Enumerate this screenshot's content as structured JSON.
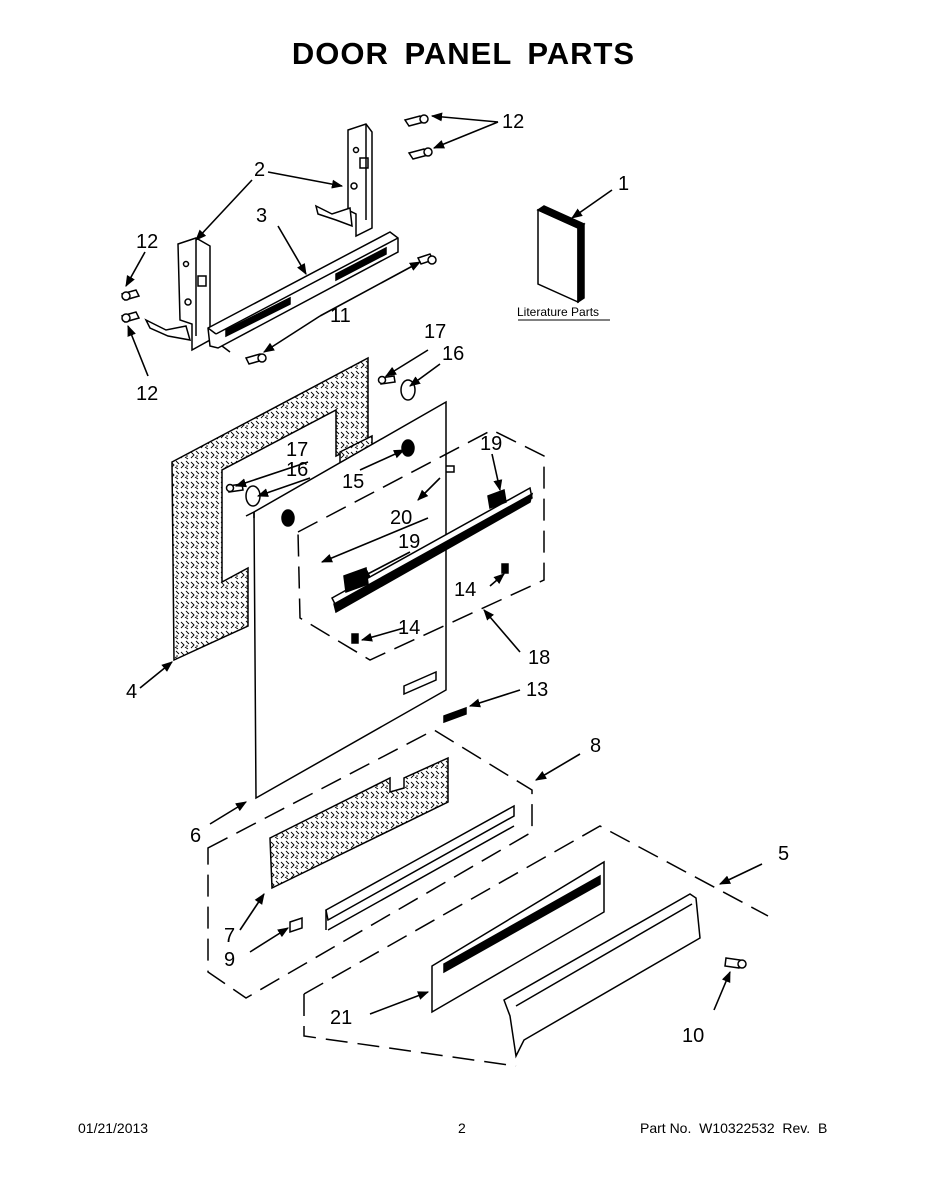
{
  "title": "DOOR PANEL PARTS",
  "literature_label": "Literature Parts",
  "callouts": {
    "c1": "1",
    "c2": "2",
    "c3": "3",
    "c4": "4",
    "c5": "5",
    "c6": "6",
    "c7": "7",
    "c8": "8",
    "c9": "9",
    "c10": "10",
    "c11": "11",
    "c12a": "12",
    "c12b": "12",
    "c12c": "12",
    "c13": "13",
    "c14a": "14",
    "c14b": "14",
    "c15": "15",
    "c16a": "16",
    "c16b": "16",
    "c17a": "17",
    "c17b": "17",
    "c18": "18",
    "c19a": "19",
    "c19b": "19",
    "c20": "20",
    "c21": "21"
  },
  "footer": {
    "date": "01/21/2013",
    "page": "2",
    "part": "Part No.  W10322532  Rev.  B"
  },
  "icons": {
    "literature": "booklet-icon",
    "screw": "screw-icon"
  },
  "colors": {
    "ink": "#000000",
    "background": "#ffffff"
  }
}
